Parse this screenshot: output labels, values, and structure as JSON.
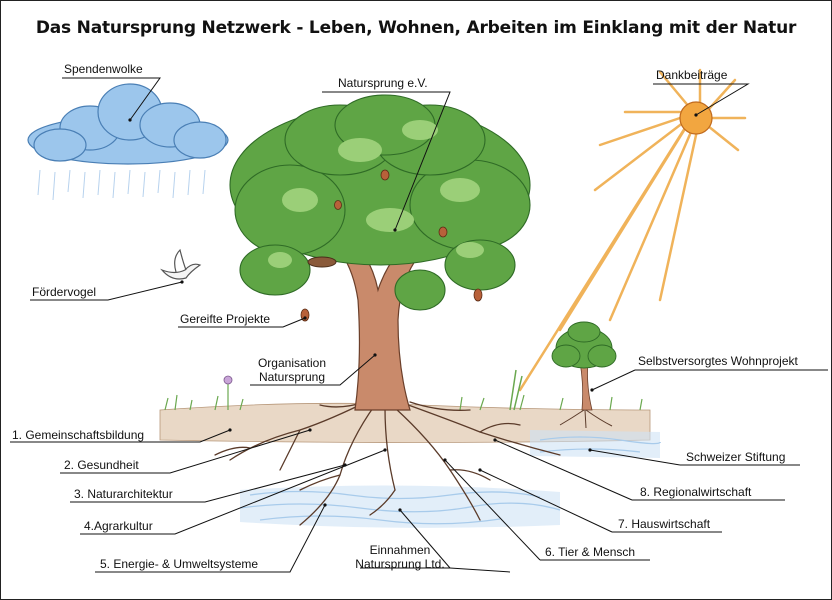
{
  "title": "Das Natursprung Netzwerk - Leben, Wohnen, Arbeiten im Einklang mit der Natur",
  "labels": {
    "spendenwolke": "Spendenwolke",
    "natursprung_ev": "Natursprung e.V.",
    "dankbeitraege": "Dankbeiträge",
    "foerdervogel": "Fördervogel",
    "gereifte_projekte": "Gereifte Projekte",
    "organisation_line1": "Organisation",
    "organisation_line2": "Natursprung",
    "selbstversorgtes": "Selbstversorgtes Wohnprojekt",
    "schweizer_stiftung": "Schweizer Stiftung",
    "regionalwirtschaft": "8. Regionalwirtschaft",
    "hauswirtschaft": "7. Hauswirtschaft",
    "tier_mensch": "6. Tier & Mensch",
    "einnahmen_line1": "Einnahmen",
    "einnahmen_line2": "Natursprung Ltd.",
    "gemeinschaftsbildung": "1. Gemeinschaftsbildung",
    "gesundheit": "2. Gesundheit",
    "naturarchitektur": "3. Naturarchitektur",
    "agrarkultur": "4.Agrarkultur",
    "energie": "5. Energie- & Umweltsysteme"
  },
  "colors": {
    "sky_cloud": "#7fb6e6",
    "sun": "#f2a640",
    "ray": "#f0b35a",
    "foliage": "#4f9a3c",
    "foliage_light": "#8cc46a",
    "trunk": "#b8765a",
    "soil": "#c9a98a",
    "water": "#7fb6e6",
    "grass": "#6aa84f"
  }
}
